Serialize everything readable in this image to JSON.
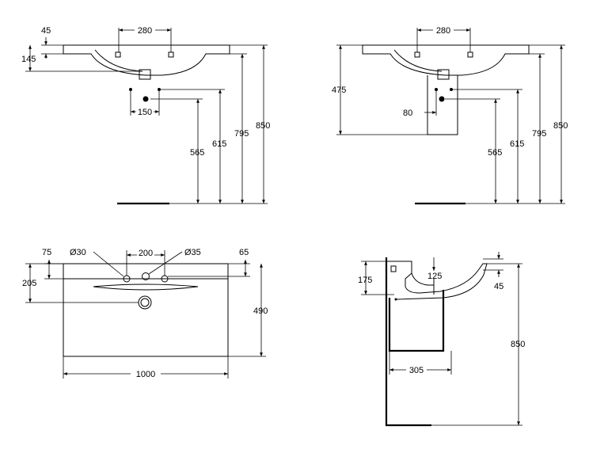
{
  "front_view_pedestal_free": {
    "dims": [
      "45",
      "280",
      "145",
      "150",
      "565",
      "615",
      "795",
      "850"
    ]
  },
  "front_view_semi_pedestal": {
    "dims": [
      "280",
      "475",
      "80",
      "565",
      "615",
      "795",
      "850"
    ]
  },
  "top_view": {
    "dims": [
      "75",
      "Ø30",
      "200",
      "Ø35",
      "65",
      "205",
      "490",
      "1000"
    ]
  },
  "side_view": {
    "dims": [
      "175",
      "125",
      "45",
      "850",
      "305"
    ]
  }
}
